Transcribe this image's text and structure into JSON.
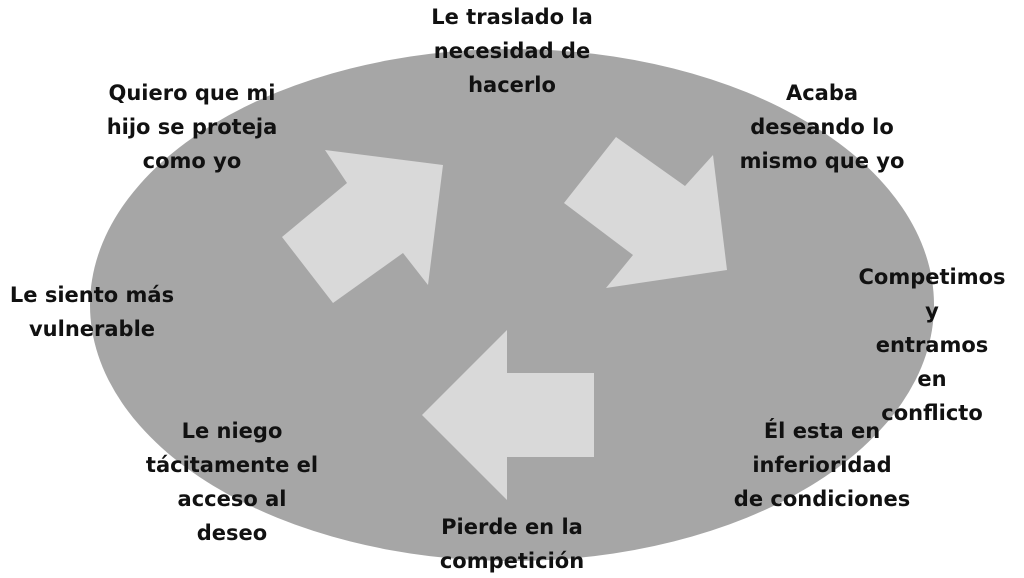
{
  "colors": {
    "ellipse": "#a6a6a6",
    "arrow": "#d9d9d9",
    "text": "#111111"
  },
  "labels": {
    "top": "Le traslado la\nnecesidad de\nhacerlo",
    "top_right": "Acaba\ndeseando lo\nmismo que yo",
    "right": "Competimos y\nentramos en\nconflicto",
    "bottom_right": "Él esta en\ninferioridad\nde condiciones",
    "bottom": "Pierde en la\ncompetición",
    "bottom_left": "Le niego\ntácitamente el\nacceso al\ndeseo",
    "left": "Le siento más\nvulnerable",
    "top_left": "Quiero que mi\nhijo se proteja\ncomo yo"
  }
}
